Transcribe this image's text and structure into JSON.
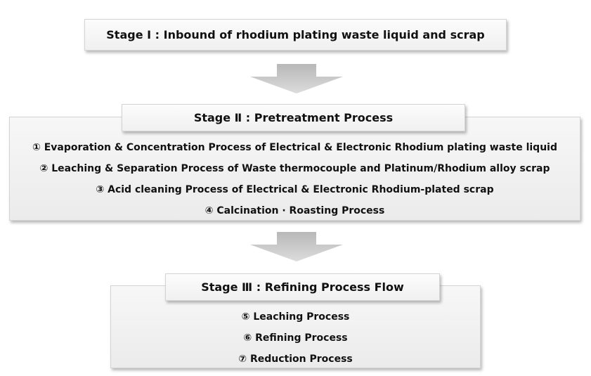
{
  "stage1": {
    "title": "Stage Ⅰ : Inbound of rhodium plating waste liquid and scrap"
  },
  "stage2": {
    "title": "Stage Ⅱ : Pretreatment Process",
    "items": [
      "① Evaporation & Concentration Process of Electrical & Electronic Rhodium plating waste liquid",
      "② Leaching & Separation Process of Waste thermocouple and Platinum/Rhodium alloy scrap",
      "③ Acid cleaning Process of Electrical & Electronic Rhodium-plated scrap",
      "④ Calcination · Roasting Process"
    ]
  },
  "stage3": {
    "title": "Stage Ⅲ : Refining Process Flow",
    "items": [
      "⑤ Leaching Process",
      "⑥ Refining Process",
      "⑦ Reduction Process"
    ]
  },
  "colors": {
    "arrow": "#c8c8c8",
    "panel": "#eeeeee",
    "text": "#111111"
  }
}
